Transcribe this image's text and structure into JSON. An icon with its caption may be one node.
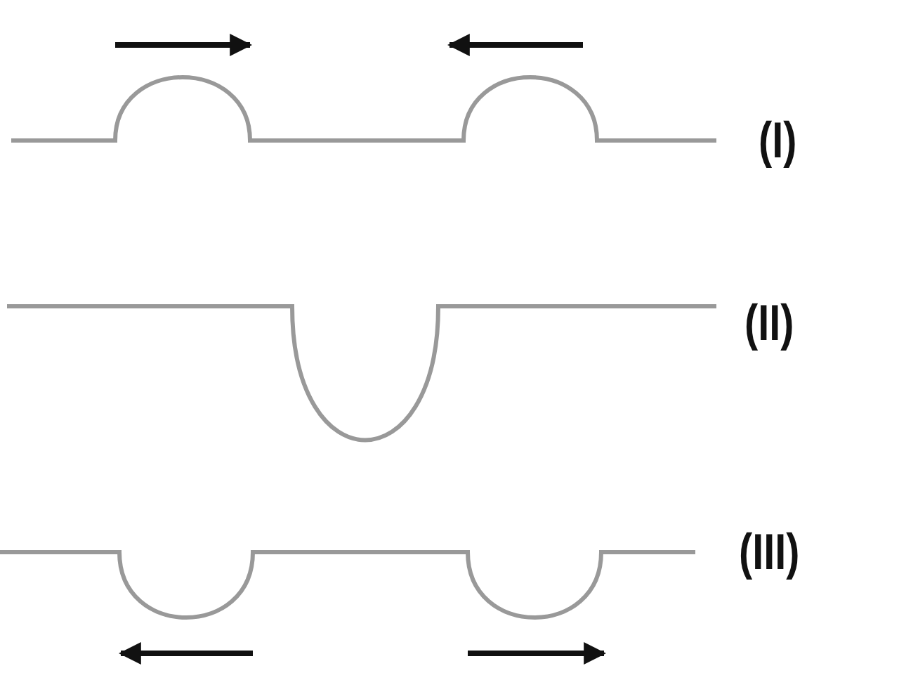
{
  "diagram": {
    "labels": [
      "(I)",
      "(II)",
      "(III)"
    ]
  }
}
